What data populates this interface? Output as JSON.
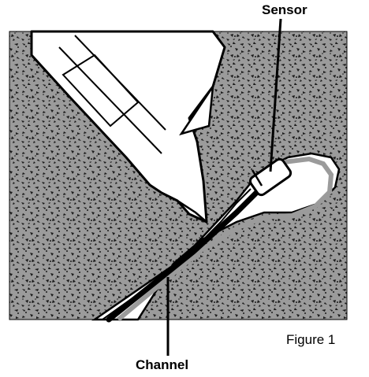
{
  "labels": {
    "sensor": "Sensor",
    "channel": "Channel",
    "figure": "Figure 1"
  },
  "colors": {
    "concrete": "#9b9b9b",
    "speckle": "#1a1a1a",
    "outline": "#000000",
    "fill_white": "#ffffff"
  },
  "objects": [
    "concrete-surface",
    "adhesive-applicator-gun",
    "sensor",
    "sensor-cable",
    "channel",
    "adhesive-bead"
  ]
}
